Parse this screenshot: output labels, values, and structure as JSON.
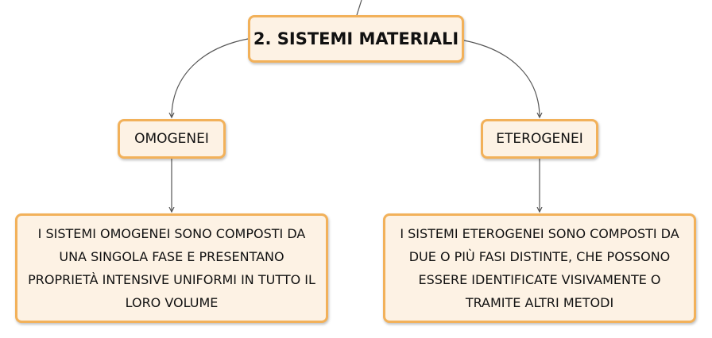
{
  "root": {
    "label": "2. SISTEMI MATERIALI"
  },
  "branches": [
    {
      "label": "OMOGENEI",
      "description": "I SISTEMI OMOGENEI SONO COMPOSTI DA UNA SINGOLA FASE E PRESENTANO PROPRIETÀ INTENSIVE UNIFORMI IN TUTTO IL LORO VOLUME"
    },
    {
      "label": "ETEROGENEI",
      "description": "I SISTEMI ETEROGENEI SONO COMPOSTI DA DUE O PIÙ FASI DISTINTE, CHE POSSONO ESSERE IDENTIFICATE VISIVAMENTE O TRAMITE ALTRI METODI"
    }
  ],
  "colors": {
    "node_fill": "#fdf2e4",
    "node_border": "#f2b15a",
    "connector": "#555555"
  }
}
